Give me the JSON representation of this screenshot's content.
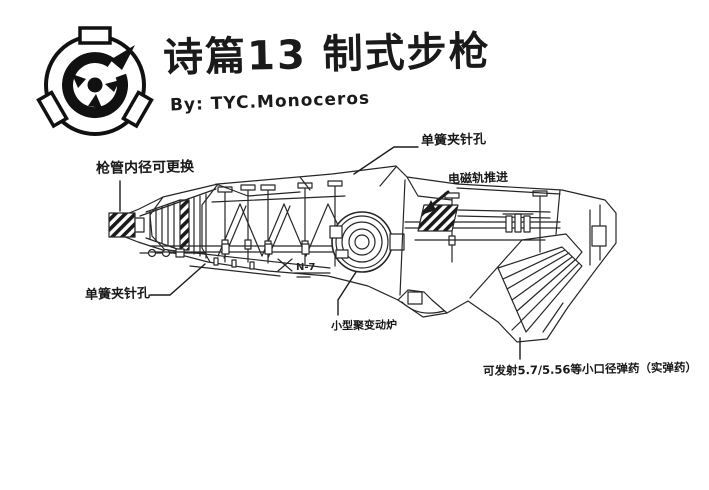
{
  "colors": {
    "background": "#ffffff",
    "ink": "#1a1a1a"
  },
  "header": {
    "title": "诗篇13 制式步枪",
    "byline": "By: TYC.Monoceros"
  },
  "logo": {
    "icon": "scp-dragon-emblem"
  },
  "annotations": {
    "barrel": "枪管内径可更换",
    "rail_top": "单簧夹针孔",
    "rail_bottom": "单簧夹针孔",
    "railgun": "电磁轨推进",
    "reactor": "小型聚变动炉",
    "ammo": "可发射5.7/5.56等小口径弹药（实弹药）"
  },
  "drawing": {
    "x_mark": "X",
    "model": "N-7"
  }
}
